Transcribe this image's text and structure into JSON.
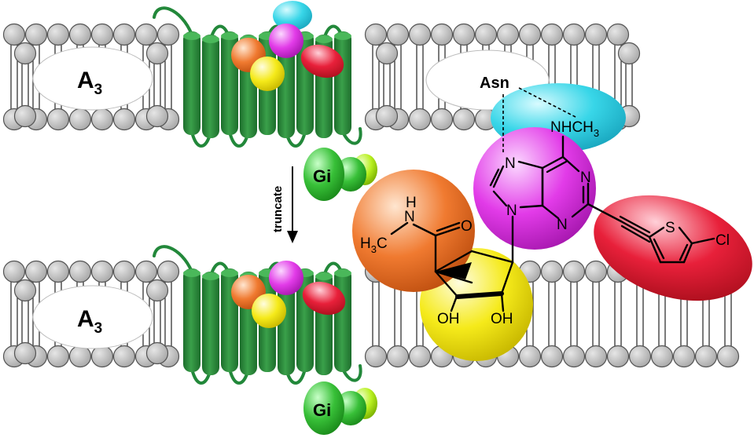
{
  "receptor_label": {
    "main": "A",
    "sub": "3"
  },
  "g_protein_label": "Gi",
  "arrow_label": "truncate",
  "residue_label": "Asn",
  "atoms": {
    "n": "N",
    "h": "H",
    "o": "O",
    "s": "S",
    "cl": "Cl",
    "nhch3_main": "NHCH",
    "nhch3_sub": "3",
    "h3c_main": "H",
    "h3c_sub": "3",
    "h3c_tail": "C",
    "oh": "OH"
  },
  "colors": {
    "lipid_head": "#c4c4c4",
    "helix": "#2a8a3a",
    "cyan": "#38d6e8",
    "magenta": "#e23be8",
    "red": "#e8203a",
    "orange": "#f07a30",
    "yellow": "#f5ea1a",
    "gi_green": "#38c038",
    "gi_lime": "#b8f020"
  }
}
